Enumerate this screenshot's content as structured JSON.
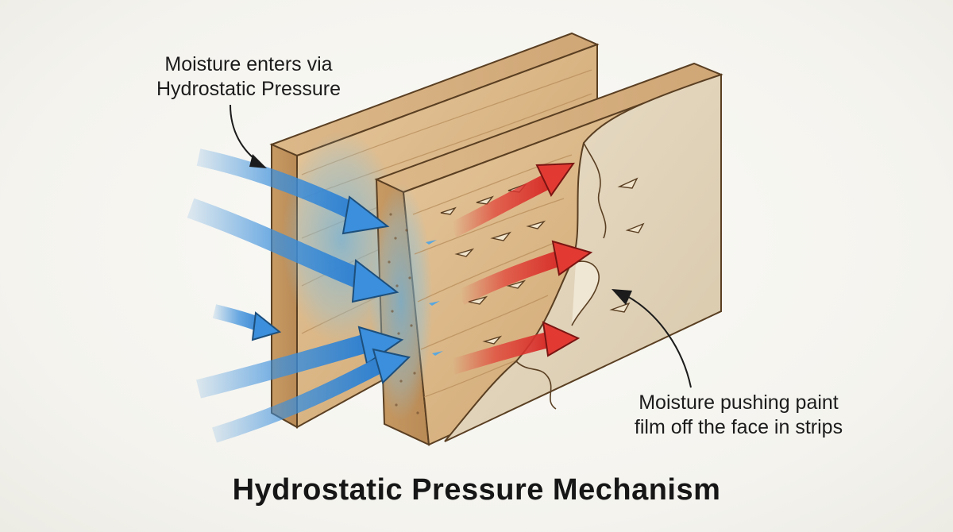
{
  "title": "Hydrostatic Pressure Mechanism",
  "annotations": {
    "top_label": [
      "Moisture enters via",
      "Hydrostatic Pressure"
    ],
    "bottom_label": [
      "Moisture pushing paint",
      "film off the face in strips"
    ]
  },
  "colors": {
    "moisture_arrow": "#3b8fdc",
    "pressure_arrow": "#e23a33",
    "wood": "#d9b68a",
    "paint": "#e3d6bd"
  }
}
